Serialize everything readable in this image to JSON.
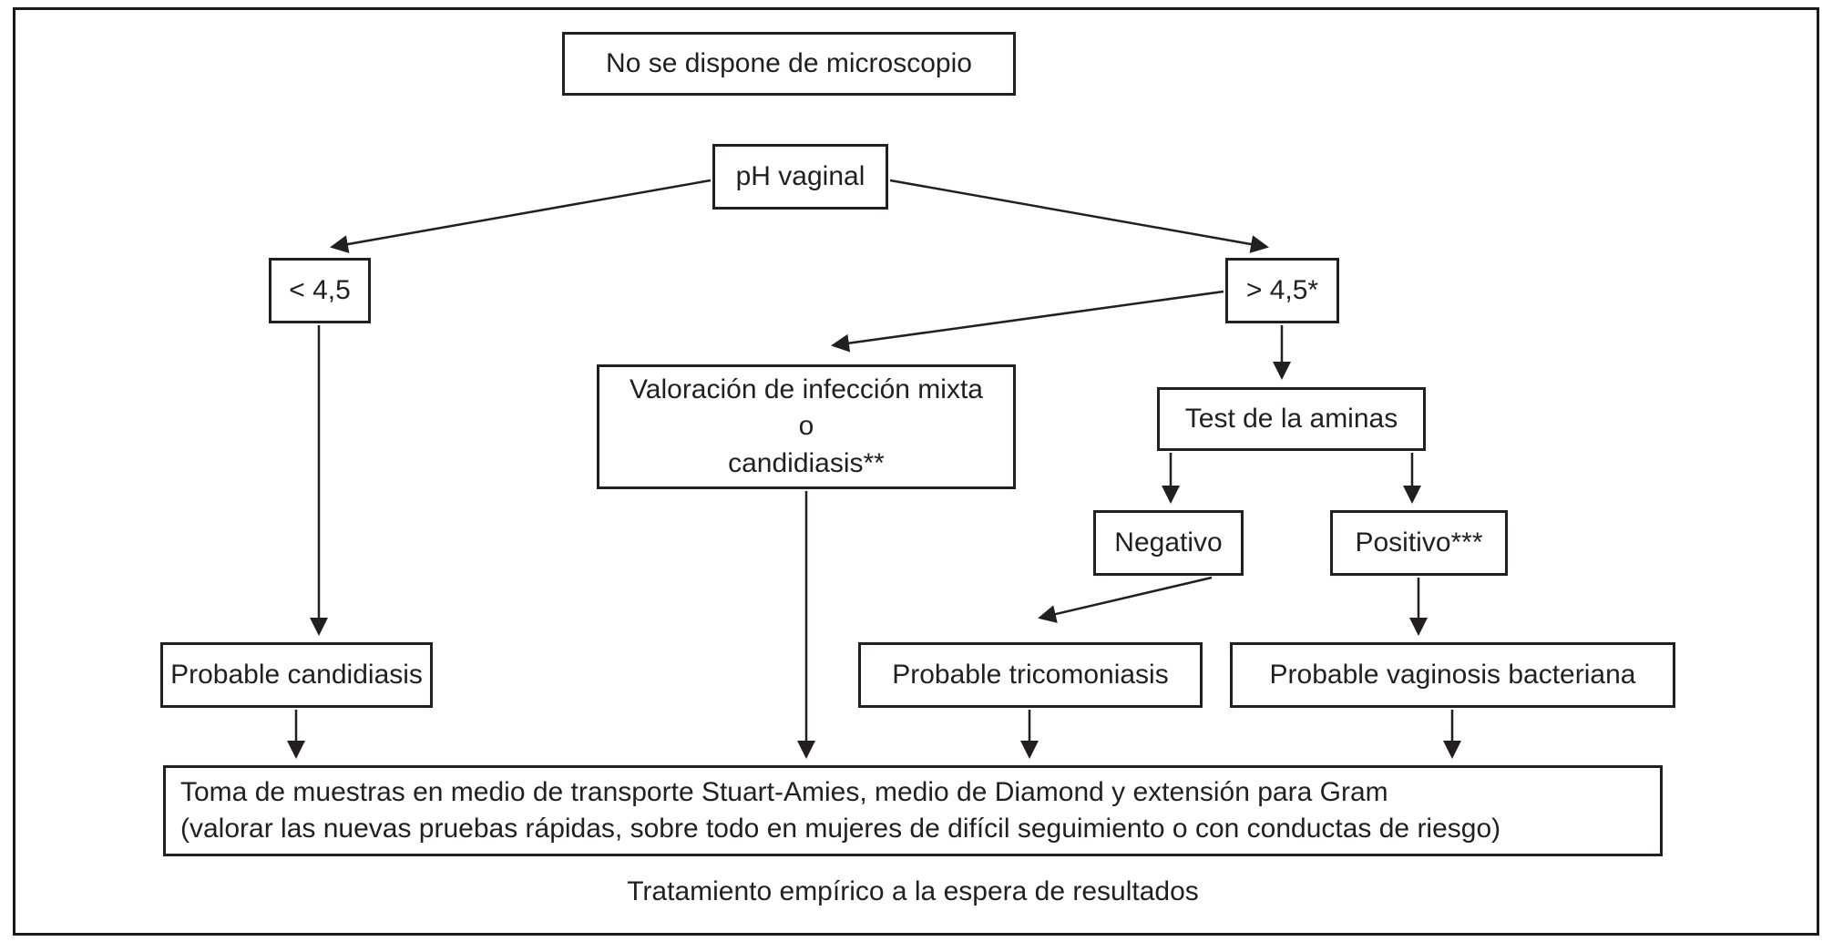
{
  "colors": {
    "line": "#231f20",
    "background": "#ffffff",
    "border": "#1a1a1a"
  },
  "nodes": {
    "no_microscope": "No se dispone de microscopio",
    "ph_vaginal": "pH vaginal",
    "ph_low": "< 4,5",
    "ph_high": "> 4,5*",
    "mixed_assessment": "Valoración de infección mixta\no\ncandidiasis**",
    "amine_test": "Test de la aminas",
    "negative": "Negativo",
    "positive": "Positivo***",
    "probable_candidiasis": "Probable candidiasis",
    "probable_trichomoniasis": "Probable tricomoniasis",
    "probable_bacterial_vaginosis": "Probable vaginosis bacteriana",
    "sampling": "Toma de muestras en medio de transporte Stuart-Amies, medio de Diamond y extensión para Gram\n(valorar las nuevas pruebas rápidas, sobre todo en mujeres de difícil seguimiento o con conductas de riesgo)",
    "empirical_treatment": "Tratamiento empírico a la espera de resultados"
  }
}
